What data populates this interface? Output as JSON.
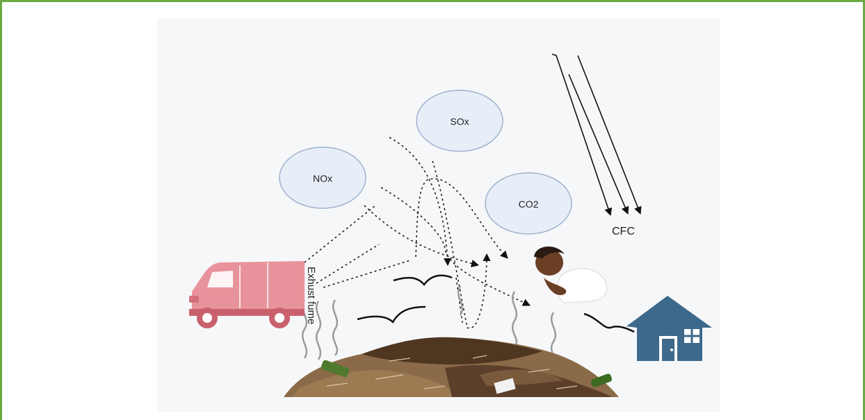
{
  "gases": {
    "nox": "NOx",
    "sox": "SOx",
    "co2": "CO2",
    "cfc": "CFC"
  },
  "exhaust_label": "Exhust fume",
  "colors": {
    "frame": "#6aaa45",
    "bubble_fill": "#e7eef8",
    "bubble_stroke": "#9fb1cd",
    "van": "#e8939b",
    "house": "#3d6a8c",
    "garbage": "#6b4a2c"
  }
}
